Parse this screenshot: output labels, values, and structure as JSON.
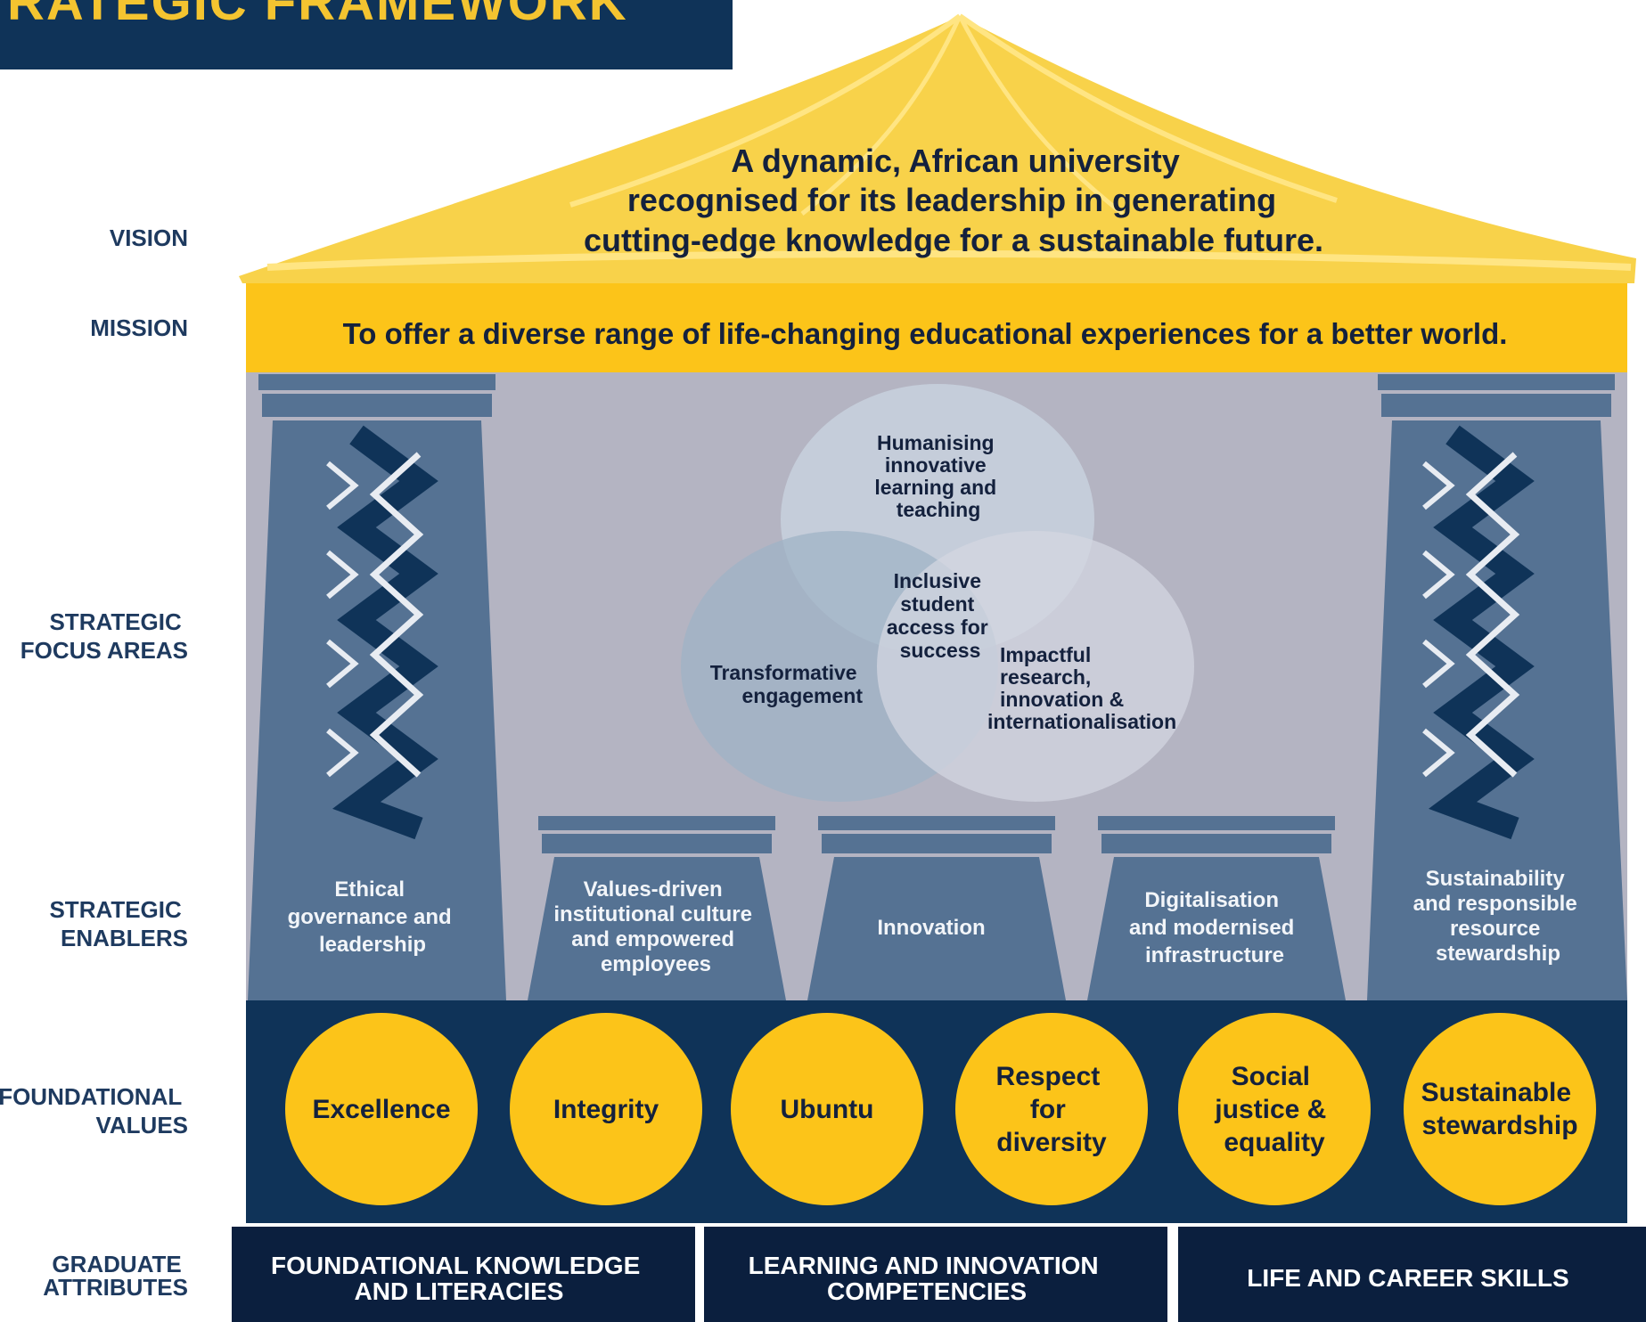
{
  "heading": "RATEGIC FRAMEWORK",
  "row_labels": {
    "vision": [
      "VISION"
    ],
    "mission": [
      "MISSION"
    ],
    "focus": [
      "STRATEGIC",
      "FOCUS AREAS"
    ],
    "enablers": [
      "STRATEGIC",
      "ENABLERS"
    ],
    "values": [
      "FOUNDATIONAL",
      "VALUES"
    ],
    "attributes": [
      "GRADUATE",
      "ATTRIBUTES"
    ]
  },
  "vision": [
    "A dynamic, African university",
    "recognised for its leadership in generating",
    "cutting-edge knowledge for a sustainable future."
  ],
  "mission": "To offer a diverse range of life-changing educational experiences for a better world.",
  "focus_areas": {
    "top": [
      "Humanising",
      "innovative",
      "learning and",
      "teaching"
    ],
    "center": [
      "Inclusive",
      "student",
      "access for",
      "success"
    ],
    "left": [
      "Transformative",
      "engagement"
    ],
    "right": [
      "Impactful",
      "research,",
      "innovation &",
      "internationalisation"
    ]
  },
  "enablers": [
    [
      "Ethical",
      "governance and",
      "leadership"
    ],
    [
      "Values-driven",
      "institutional culture",
      "and empowered",
      "employees"
    ],
    [
      "Innovation"
    ],
    [
      "Digitalisation",
      "and modernised",
      "infrastructure"
    ],
    [
      "Sustainability",
      "and responsible",
      "resource",
      "stewardship"
    ]
  ],
  "values": [
    [
      "Excellence"
    ],
    [
      "Integrity"
    ],
    [
      "Ubuntu"
    ],
    [
      "Respect",
      "for",
      "diversity"
    ],
    [
      "Social",
      "justice &",
      "equality"
    ],
    [
      "Sustainable",
      "stewardship"
    ]
  ],
  "attributes": [
    [
      "FOUNDATIONAL KNOWLEDGE",
      "AND LITERACIES"
    ],
    [
      "LEARNING AND INNOVATION",
      "COMPETENCIES"
    ],
    [
      "LIFE AND CAREER SKILLS"
    ]
  ],
  "colors": {
    "navy": "#0f3358",
    "yellow": "#fcc419",
    "roof": "#f8d24a",
    "pillar": "#557293",
    "background_grey": "#b4b4c2"
  }
}
